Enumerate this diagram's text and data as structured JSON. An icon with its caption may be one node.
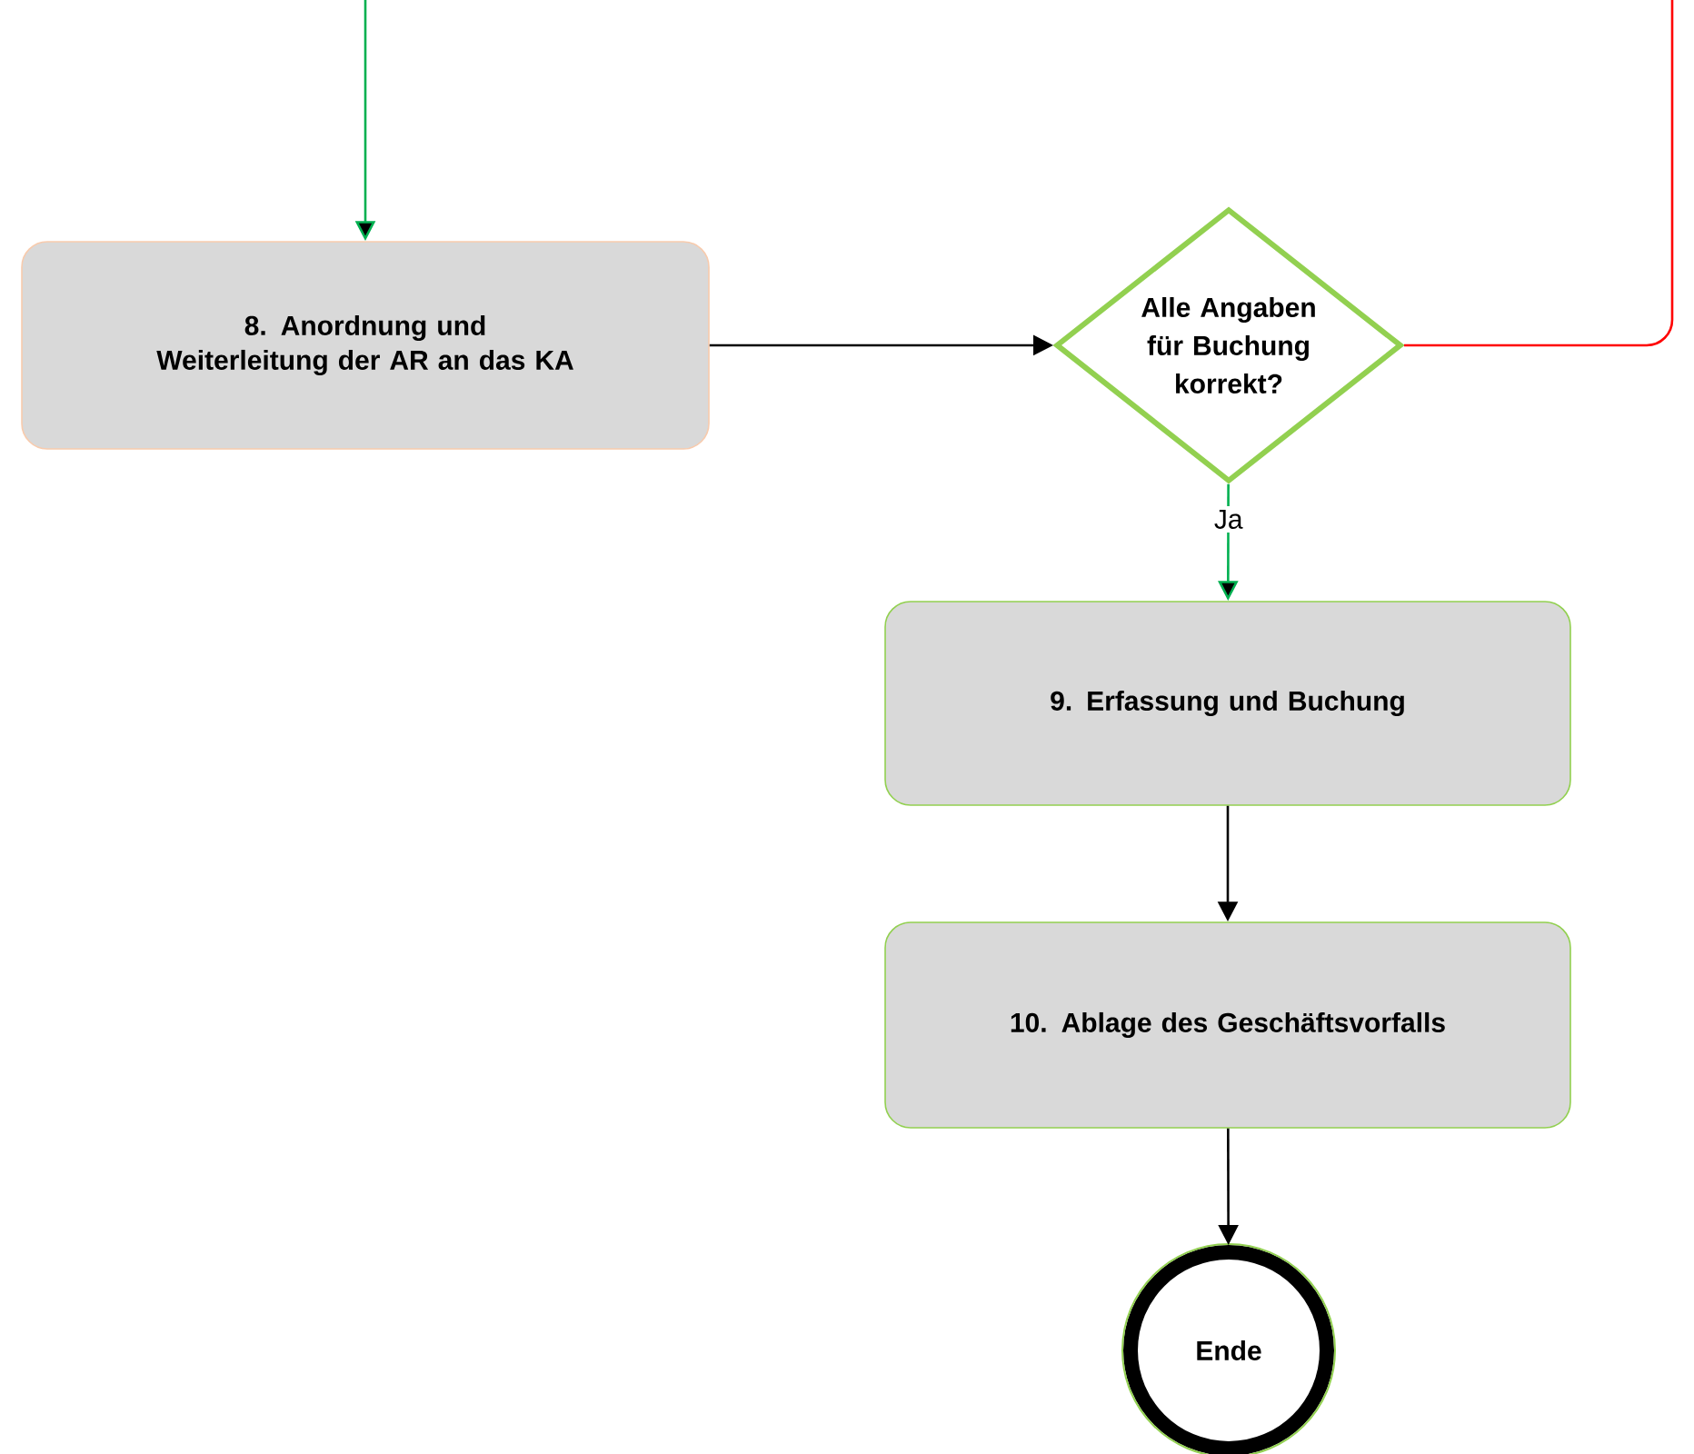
{
  "diagram": {
    "nodes": [
      {
        "text": [
          "8. Anordnung und Weiterleitung der AR an das KA"
        ]
      },
      {
        "text": [
          "Alle Angaben für Buchung korrekt?"
        ]
      },
      {
        "text": [
          "9. Erfassung und Buchung"
        ]
      },
      {
        "text": [
          "10. Ablage des Geschäftsvorfalls"
        ]
      },
      {
        "text": [
          "Ende"
        ]
      }
    ],
    "edges": [
      {
        "from": null,
        "to": 0,
        "arrow": "to",
        "color": "#00b050"
      },
      {
        "from": 0,
        "to": 1,
        "arrow": "to"
      },
      {
        "from": 1,
        "to": null,
        "arrow": "none",
        "color": "#ff0000"
      },
      {
        "from": 1,
        "to": 2,
        "arrow": "to",
        "label": "Ja",
        "color": "#00b050"
      },
      {
        "from": 2,
        "to": 3,
        "arrow": "to"
      },
      {
        "from": 3,
        "to": 4,
        "arrow": "to"
      }
    ]
  }
}
